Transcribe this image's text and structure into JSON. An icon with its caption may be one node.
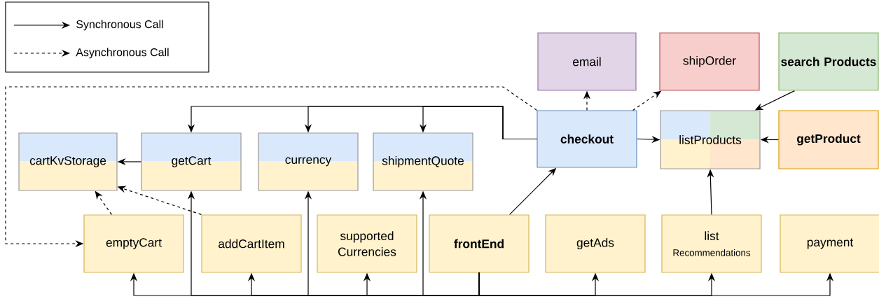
{
  "diagram": {
    "nodes": [
      {
        "text": [
          "email"
        ]
      },
      {
        "text": [
          "shipOrder"
        ]
      },
      {
        "text": [
          "search Products"
        ]
      },
      {
        "text": [
          "cartKvStorage"
        ]
      },
      {
        "text": [
          "getCart"
        ]
      },
      {
        "text": [
          "currency"
        ]
      },
      {
        "text": [
          "shipmentQuote"
        ]
      },
      {
        "text": [
          "checkout"
        ]
      },
      {
        "text": [
          "listProducts"
        ]
      },
      {
        "text": [
          "getProduct"
        ]
      },
      {
        "text": [
          "emptyCart"
        ]
      },
      {
        "text": [
          "addCartItem"
        ]
      },
      {
        "text": [
          "supported Currencies"
        ]
      },
      {
        "text": [
          "frontEnd"
        ]
      },
      {
        "text": [
          "getAds"
        ]
      },
      {
        "text": [
          "list",
          "Recommendations"
        ]
      },
      {
        "text": [
          "payment"
        ]
      }
    ],
    "edges": [
      {
        "from": 7,
        "to": 0,
        "arrow": "to",
        "style": "dashed"
      },
      {
        "from": 7,
        "to": 1,
        "arrow": "to",
        "style": "dashed"
      },
      {
        "from": 7,
        "to": 4,
        "arrow": "to"
      },
      {
        "from": 7,
        "to": 5,
        "arrow": "to"
      },
      {
        "from": 7,
        "to": 6,
        "arrow": "to"
      },
      {
        "from": 7,
        "to": 10,
        "arrow": "to",
        "style": "dashed"
      },
      {
        "from": 7,
        "to": 8,
        "arrow": "to"
      },
      {
        "from": 2,
        "to": 8,
        "arrow": "to"
      },
      {
        "from": 9,
        "to": 8,
        "arrow": "to"
      },
      {
        "from": 4,
        "to": 3,
        "arrow": "to"
      },
      {
        "from": 10,
        "to": 3,
        "arrow": "to",
        "style": "dashed"
      },
      {
        "from": 11,
        "to": 3,
        "arrow": "to",
        "style": "dashed"
      },
      {
        "from": 13,
        "to": 7,
        "arrow": "to"
      },
      {
        "from": 15,
        "to": 8,
        "arrow": "to"
      },
      {
        "from": 13,
        "to": 10,
        "arrow": "to"
      },
      {
        "from": 13,
        "to": 4,
        "arrow": "to"
      },
      {
        "from": 13,
        "to": 11,
        "arrow": "to"
      },
      {
        "from": 13,
        "to": 5,
        "arrow": "to"
      },
      {
        "from": 13,
        "to": 12,
        "arrow": "to"
      },
      {
        "from": 13,
        "to": 6,
        "arrow": "to"
      },
      {
        "from": 13,
        "to": 14,
        "arrow": "to"
      },
      {
        "from": 13,
        "to": 15,
        "arrow": "to"
      },
      {
        "from": 13,
        "to": 16,
        "arrow": "to"
      }
    ],
    "legend": [
      {
        "text": "Synchronous Call"
      },
      {
        "text": "Asynchronous Call"
      }
    ]
  }
}
